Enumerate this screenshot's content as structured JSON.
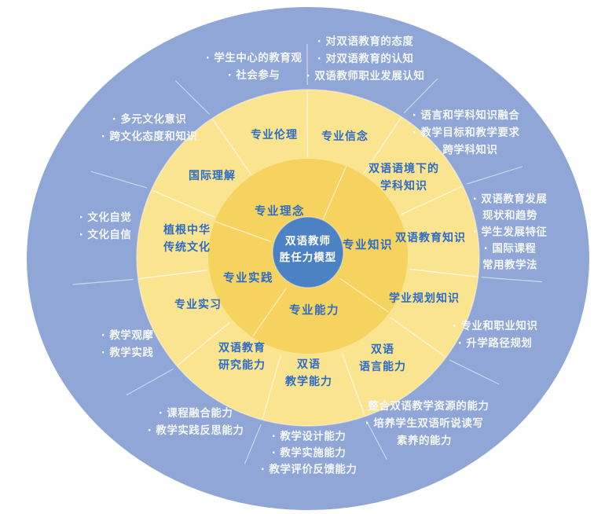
{
  "colors": {
    "outer_ring": "#8FA6D6",
    "middle_ring": "#FBE490",
    "inner_ring": "#F6D35F",
    "center_circle": "#4C82C4",
    "label_blue": "#2E6CC4",
    "label_white": "#F4F7FB"
  },
  "center": {
    "lines": [
      "双语教师",
      "胜任力模型"
    ]
  },
  "inner_ring": {
    "items": [
      {
        "label": "专业理念"
      },
      {
        "label": "专业知识"
      },
      {
        "label": "专业实践"
      },
      {
        "label": "专业能力"
      }
    ]
  },
  "middle_ring": {
    "items": [
      {
        "name": "professional-ethics",
        "lines": [
          "专业伦理"
        ]
      },
      {
        "name": "professional-beliefs",
        "lines": [
          "专业信念"
        ]
      },
      {
        "name": "subject-knowledge-bilingual-context",
        "lines": [
          "双语语境下的",
          "学科知识"
        ]
      },
      {
        "name": "bilingual-education-knowledge",
        "lines": [
          "双语教育知识"
        ]
      },
      {
        "name": "academic-planning-knowledge",
        "lines": [
          "学业规划知识"
        ]
      },
      {
        "name": "bilingual-language-competence",
        "lines": [
          "双语",
          "语言能力"
        ]
      },
      {
        "name": "bilingual-teaching-competence",
        "lines": [
          "双语",
          "教学能力"
        ]
      },
      {
        "name": "bilingual-education-research-competence",
        "lines": [
          "双语教育",
          "研究能力"
        ]
      },
      {
        "name": "professional-practicum",
        "lines": [
          "专业实习"
        ]
      },
      {
        "name": "rooted-in-chinese-traditional-culture",
        "lines": [
          "植根中华",
          "传统文化"
        ]
      },
      {
        "name": "international-understanding",
        "lines": [
          "国际理解"
        ]
      }
    ]
  },
  "outer_ring": {
    "groups": [
      {
        "name": "attitudes-cognition",
        "lines": [
          "· 对双语教育的态度",
          "· 对双语教育的认知",
          "· 双语教师职业发展认知"
        ]
      },
      {
        "name": "language-subject-integration",
        "lines": [
          "· 语言和学科知识融合",
          "· 教学目标和教学要求",
          "· 跨学科知识"
        ]
      },
      {
        "name": "bilingual-education-development",
        "lines": [
          "· 双语教育发展",
          "现状和趋势",
          "· 学生发展特征",
          "· 国际课程",
          "常用教学法"
        ]
      },
      {
        "name": "career-knowledge",
        "lines": [
          "· 专业和职业知识",
          "· 升学路径规划"
        ]
      },
      {
        "name": "resource-integration",
        "lines": [
          "· 整合双语教学资源的能力",
          "· 培养学生双语听说读写",
          "素养的能力"
        ]
      },
      {
        "name": "teaching-design-skills",
        "lines": [
          "· 教学设计能力",
          "· 教学实施能力",
          "· 教学评价反馈能力"
        ]
      },
      {
        "name": "curriculum-integration",
        "lines": [
          "· 课程融合能力",
          "· 教学实践反思能力"
        ]
      },
      {
        "name": "teaching-observation",
        "lines": [
          "· 教学观摩",
          "· 教学实践"
        ]
      },
      {
        "name": "cultural-confidence",
        "lines": [
          "· 文化自觉",
          "· 文化自信"
        ]
      },
      {
        "name": "multicultural-awareness",
        "lines": [
          "· 多元文化意识",
          "· 跨文化态度和知识"
        ]
      },
      {
        "name": "student-centered-view",
        "lines": [
          "· 学生中心的教育观",
          "· 社会参与"
        ]
      }
    ]
  }
}
